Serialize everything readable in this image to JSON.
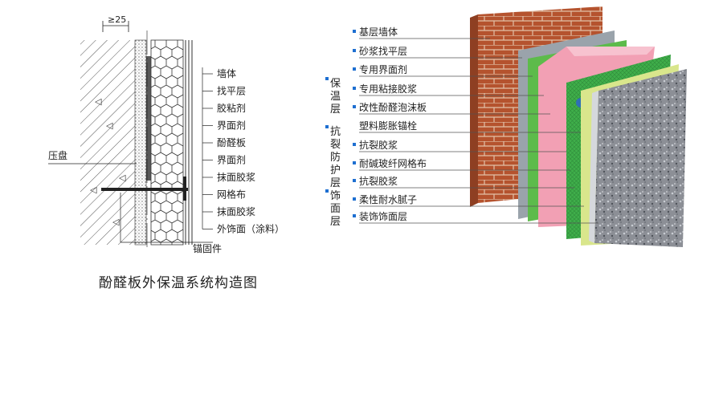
{
  "section": {
    "dimension": "≥25",
    "left_label": "压盘",
    "bottom_label": "锚固件",
    "labels": [
      "墙体",
      "找平层",
      "胶粘剂",
      "界面剂",
      "酚醛板",
      "界面剂",
      "抹面胶浆",
      "网格布",
      "抹面胶浆",
      "外饰面（涂料）"
    ],
    "caption": "酚醛板外保温系统构造图"
  },
  "iso": {
    "groups": [
      {
        "name": "保温层",
        "chars": [
          "保",
          "温",
          "层"
        ]
      },
      {
        "name": "抗裂防护层",
        "chars": [
          "抗",
          "裂",
          "防",
          "护",
          "层"
        ]
      },
      {
        "name": "饰面层",
        "chars": [
          "饰",
          "面",
          "层"
        ]
      }
    ],
    "labels": [
      "基层墙体",
      "砂浆找平层",
      "专用界面剂",
      "专用粘接胶浆",
      "改性酚醛泡沫板",
      "塑料膨胀锚栓",
      "抗裂胶浆",
      "耐碱玻纤网格布",
      "抗裂胶浆",
      "柔性耐水腻子",
      "装饰饰面层"
    ],
    "colors": {
      "brick": "#b5532e",
      "mortar": "#9aa3ab",
      "green": "#5dbb4b",
      "pink": "#f2a0b4",
      "mesh": "#3fae4a",
      "yellow": "#d9e68c",
      "stone": "#8c8f96",
      "bullet": "#1e6fd1"
    }
  }
}
